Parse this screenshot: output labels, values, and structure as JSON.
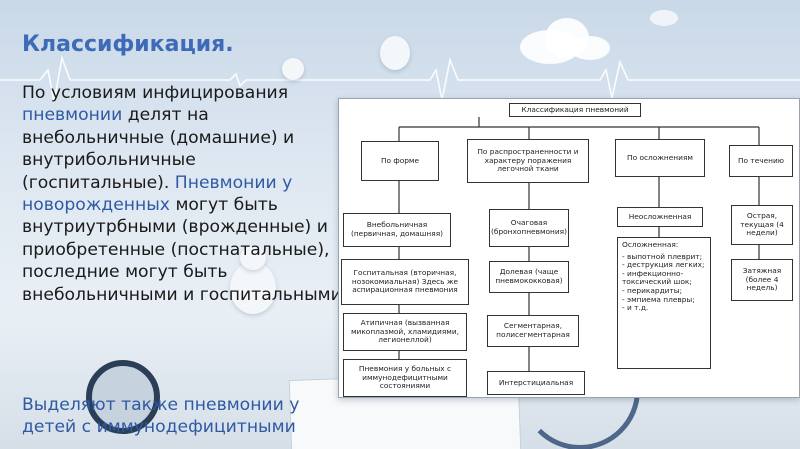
{
  "slide": {
    "title": "Классификация.",
    "p1_seg1": "По условиям инфицирования ",
    "p1_seg2": "пневмонии",
    "p1_seg3": " делят на внебольничные (домашние) и внутрибольничные (госпитальные). ",
    "p1_seg4": "Пневмонии у новорожденных",
    "p1_seg5": " могут быть внутриутрбными (врожденные) и приобретенные (постнатальные), последние могут быть внебольничными и госпитальными",
    "p2": "Выделяют также пневмонии у детей с иммунодефицитными"
  },
  "diagram": {
    "title": "Классификация пневмоний",
    "categories": {
      "form": "По форме",
      "spread": "По распространенности и характеру поражения легочной ткани",
      "complications": "По осложнениям",
      "course": "По течению"
    },
    "form_items": [
      "Внебольничная (первичная, домашняя)",
      "Госпитальная (вторичная, нозокомиальная) Здесь же аспирационная пневмония",
      "Атипичная (вызванная микоплазмой, хламидиями, легионеллой)",
      "Пневмония у больных с иммунодефицитными состояниями"
    ],
    "spread_items": [
      "Очаговая (бронхопневмония)",
      "Долевая (чаще пневмококковая)",
      "Сегментарная, полисегментарная",
      "Интерстициальная"
    ],
    "complication_items": {
      "uncomplicated": "Неосложненная",
      "complicated_title": "Осложненная:",
      "complicated_list": "- выпотной плеврит;\n- деструкция легких;\n- инфекционно-токсический шок;\n- перикардиты;\n- эмпиема плевры;\n- и т.д."
    },
    "course_items": [
      "Острая, текущая (4 недели)",
      "Затяжная (более 4 недель)"
    ]
  }
}
